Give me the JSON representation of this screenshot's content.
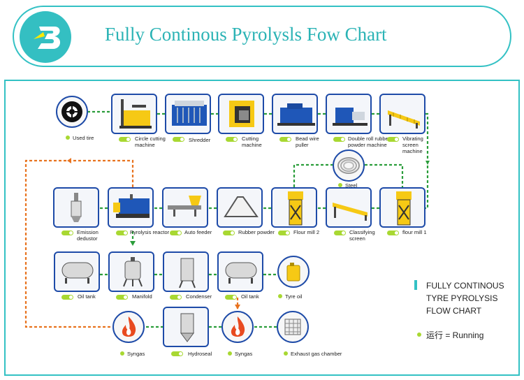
{
  "header": {
    "title": "Fully Continous Pyrolysls Fow Chart"
  },
  "colors": {
    "teal": "#33c1c4",
    "flow_green": "#2a9d3a",
    "flow_orange": "#e8731f",
    "running": "#a8d832",
    "node_border": "#1e4ba8"
  },
  "nodes": {
    "used_tire": {
      "label": "Used tire",
      "icon": "tire-icon"
    },
    "circle_cutting": {
      "label": "Circle cutting\nmachine",
      "icon": "cutter-icon"
    },
    "shredder": {
      "label": "Shredder",
      "icon": "shredder-icon"
    },
    "cutting_machine": {
      "label": "Cutting\nmachine",
      "icon": "cutting-icon"
    },
    "bead_wire_puller": {
      "label": "Bead wire\npuller",
      "icon": "puller-icon"
    },
    "double_roll": {
      "label": "Double roll rubber\npowder machine",
      "icon": "roller-icon"
    },
    "vibrating_screen": {
      "label": "Vibrating\nscreen\nmachine",
      "icon": "screen-icon"
    },
    "steel": {
      "label": "Steel",
      "icon": "steel-coil-icon"
    },
    "emission_dedustor": {
      "label": "Emission\ndedustor",
      "icon": "dedustor-icon"
    },
    "pyrolysis_reactor": {
      "label": "Pyrolysis reactor",
      "icon": "reactor-icon"
    },
    "auto_feeder": {
      "label": "Auto feeder",
      "icon": "feeder-icon"
    },
    "rubber_powder": {
      "label": "Rubber powder",
      "icon": "powder-icon"
    },
    "flour_mill_2": {
      "label": "Flour mill 2",
      "icon": "mill-icon"
    },
    "classifying_screen": {
      "label": "Classifying\nscreen",
      "icon": "classifier-icon"
    },
    "flour_mill_1": {
      "label": "flour mill 1",
      "icon": "mill-icon"
    },
    "oil_tank_1": {
      "label": "Oil tank",
      "icon": "tank-icon"
    },
    "manifold": {
      "label": "Manifold",
      "icon": "manifold-icon"
    },
    "condenser": {
      "label": "Condenser",
      "icon": "condenser-icon"
    },
    "oil_tank_2": {
      "label": "Oil tank",
      "icon": "tank-icon"
    },
    "tyre_oil": {
      "label": "Tyre oil",
      "icon": "oil-can-icon"
    },
    "syngas_1": {
      "label": "Syngas",
      "icon": "flame-icon"
    },
    "hydroseal": {
      "label": "Hydroseal",
      "icon": "hydroseal-icon"
    },
    "syngas_2": {
      "label": "Syngas",
      "icon": "flame-icon"
    },
    "exhaust_gas": {
      "label": "Exhaust gas chamber",
      "icon": "chamber-icon"
    }
  },
  "legend": {
    "title": "FULLY CONTINOUS\nTYRE PYROLYSIS\nFLOW CHART",
    "running": "运行 = Running"
  }
}
